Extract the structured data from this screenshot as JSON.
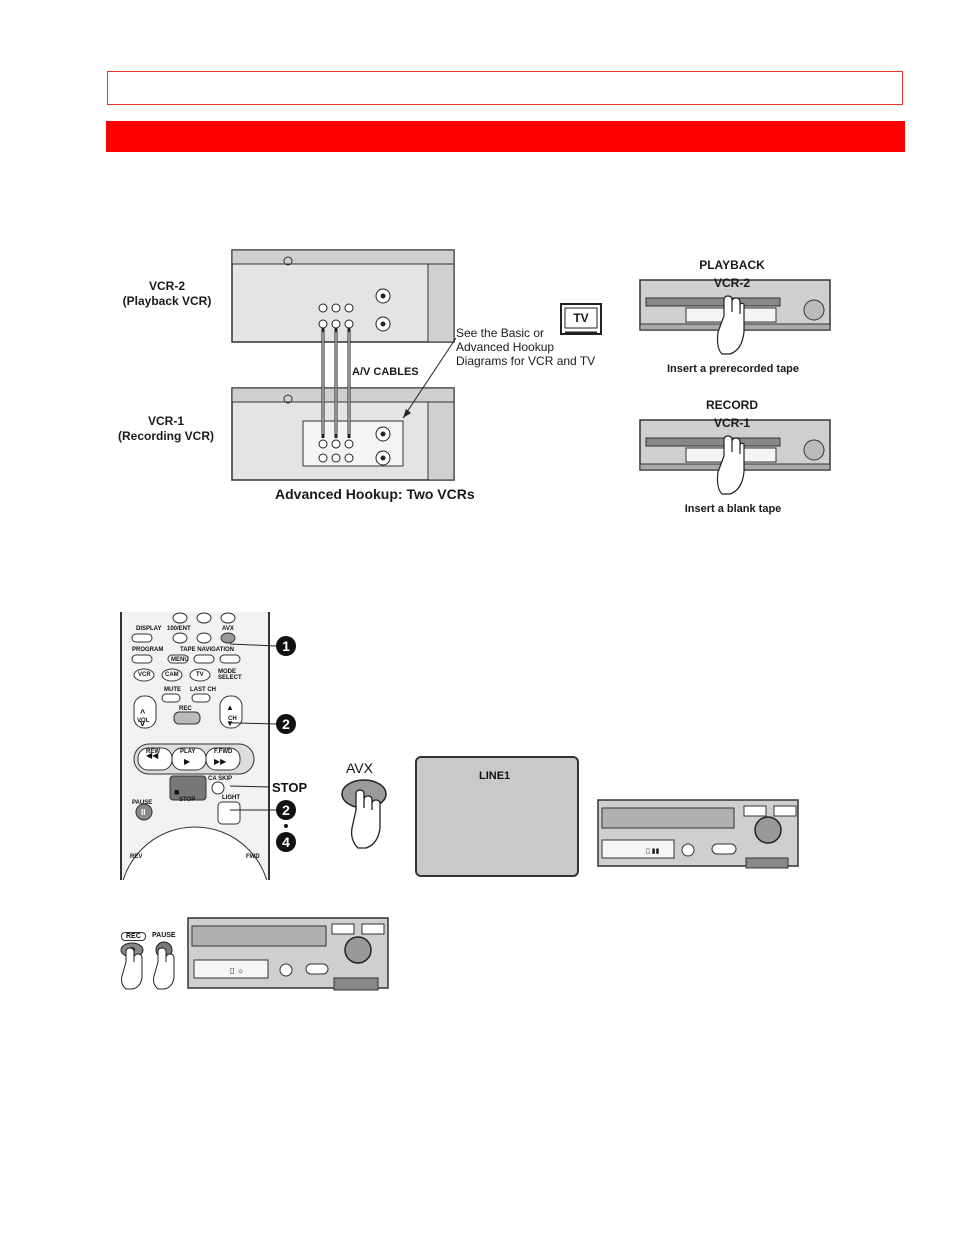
{
  "hookup": {
    "vcr2_label": "VCR-2",
    "vcr2_sub": "(Playback VCR)",
    "vcr1_label": "VCR-1",
    "vcr1_sub": "(Recording VCR)",
    "av_cables": "A/V CABLES",
    "tv_label": "TV",
    "see_note_1": "See the Basic or",
    "see_note_2": "Advanced Hookup",
    "see_note_3": "Diagrams for VCR and TV",
    "caption": "Advanced Hookup:  Two VCRs",
    "playback_title": "PLAYBACK",
    "playback_vcr": "VCR-2",
    "playback_caption": "Insert a prerecorded tape",
    "record_title": "RECORD",
    "record_vcr": "VCR-1",
    "record_caption": "Insert a blank tape"
  },
  "remote": {
    "display": "DISPLAY",
    "ident": "100/ENT",
    "avx": "AVX",
    "program": "PROGRAM",
    "tape_nav": "TAPE NAVIGATION",
    "menu": "MENU",
    "vcr": "VCR",
    "cam": "CAM",
    "tv": "TV",
    "mode_select": "MODE SELECT",
    "mute": "MUTE",
    "last_ch": "LAST CH",
    "vol": "VOL",
    "ch": "CH",
    "rec": "REC",
    "rew": "REW",
    "play": "PLAY",
    "ffwd": "F.FWD",
    "ca_skip": "CA SKIP",
    "stop": "STOP",
    "pause": "PAUSE",
    "light": "LIGHT",
    "rev": "REV",
    "fwd": "FWD",
    "step1": "1",
    "step2": "2",
    "step2b": "2",
    "step4": "4",
    "stop_callout": "STOP"
  },
  "avx_panel": {
    "button_label": "AVX",
    "screen_text": "LINE1"
  },
  "bottom": {
    "rec_label": "REC",
    "pause_label": "PAUSE"
  }
}
